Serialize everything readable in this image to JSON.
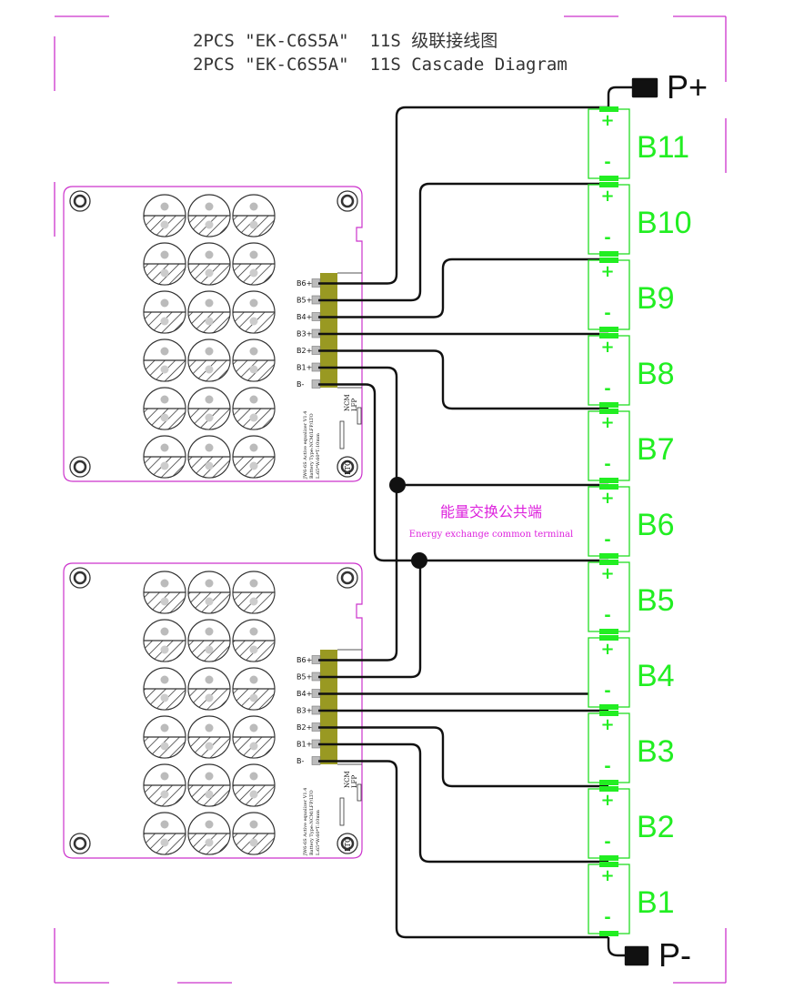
{
  "title_cn": "2PCS \"EK-C6S5A\"  11S 级联接线图",
  "title_en": "2PCS \"EK-C6S5A\"  11S Cascade Diagram",
  "terminals": {
    "positive": "P+",
    "negative": "P-"
  },
  "batteries": [
    "B11",
    "B10",
    "B9",
    "B8",
    "B7",
    "B6",
    "B5",
    "B4",
    "B3",
    "B2",
    "B1"
  ],
  "cell_plus": "+",
  "cell_minus": "-",
  "board_pins": [
    "B6+",
    "B5+",
    "B4+",
    "B3+",
    "B2+",
    "B1+",
    "B-"
  ],
  "board_labels": {
    "silk1": "JW6-6S Active equalizer V1.4",
    "silk2": "Battery Type:NCM/LFP/LTO",
    "silk3": "L:65*W:60*T:10mm",
    "ncm": "NCM",
    "lfp": "LFP",
    "lto": "LTO"
  },
  "common_terminal": {
    "cn": "能量交换公共端",
    "en": "Energy exchange common terminal"
  },
  "colors": {
    "accent_green": "#22ee22",
    "cell_border": "#22dd22",
    "board_outline": "#cc33cc",
    "connector": "#999922",
    "wire": "#111111"
  }
}
